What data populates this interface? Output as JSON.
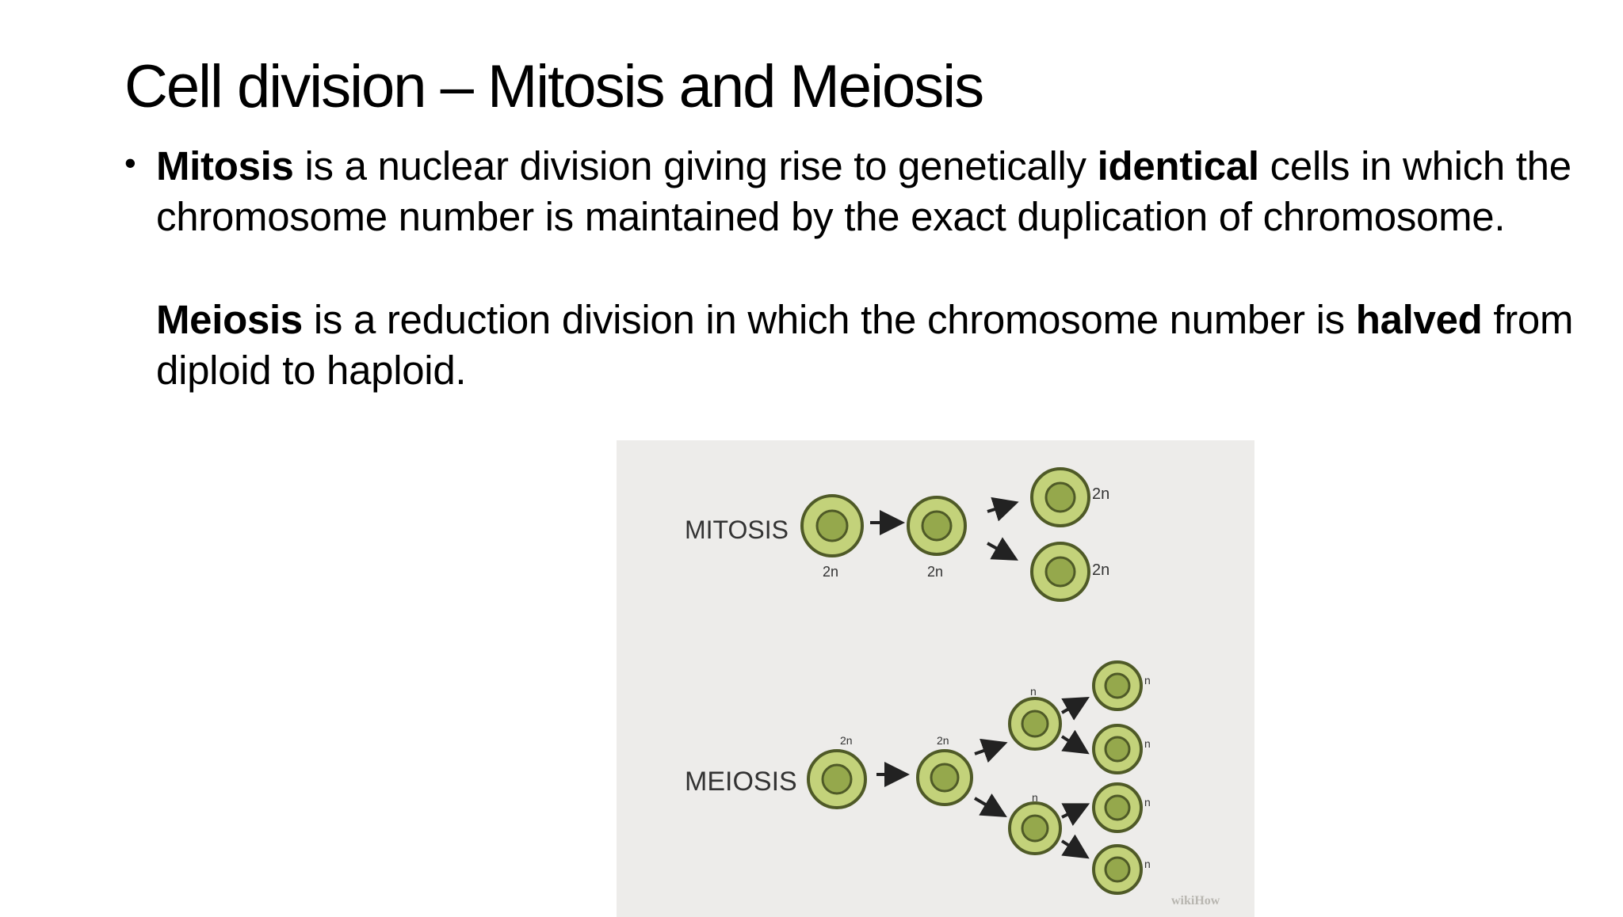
{
  "slide": {
    "title": "Cell division – Mitosis and Meiosis",
    "bullet_symbol": "•",
    "para1": {
      "mitosis_term": "Mitosis",
      "text_before_identical": " is a nuclear division giving rise to genetically ",
      "identical_term": "identical",
      "text_after_identical": " cells in which the chromosome number is maintained by the exact duplication of chromosome."
    },
    "para2": {
      "meiosis_term": "Meiosis",
      "text_before_halved": " is a reduction division in which the chromosome number is ",
      "halved_term": "halved",
      "text_after_halved": " from diploid to haploid."
    }
  },
  "figure": {
    "mitosis_label": "MITOSIS",
    "meiosis_label": "MEIOSIS",
    "mitosis_ploidy": {
      "parent": "2n",
      "duplicated": "2n",
      "daughter_top": "2n",
      "daughter_bottom": "2n"
    },
    "meiosis_ploidy": {
      "parent": "2n",
      "duplicated": "2n",
      "intermediate_top": "n",
      "intermediate_bottom": "n",
      "gamete_1": "n",
      "gamete_2": "n",
      "gamete_3": "n",
      "gamete_4": "n"
    },
    "watermark": "wikiHow",
    "colors": {
      "cell_fill": "#c3d27a",
      "cell_outline": "#4f5a27",
      "nucleus_fill": "#95a84c",
      "arrow": "#222222",
      "figure_background": "#edecea"
    }
  }
}
